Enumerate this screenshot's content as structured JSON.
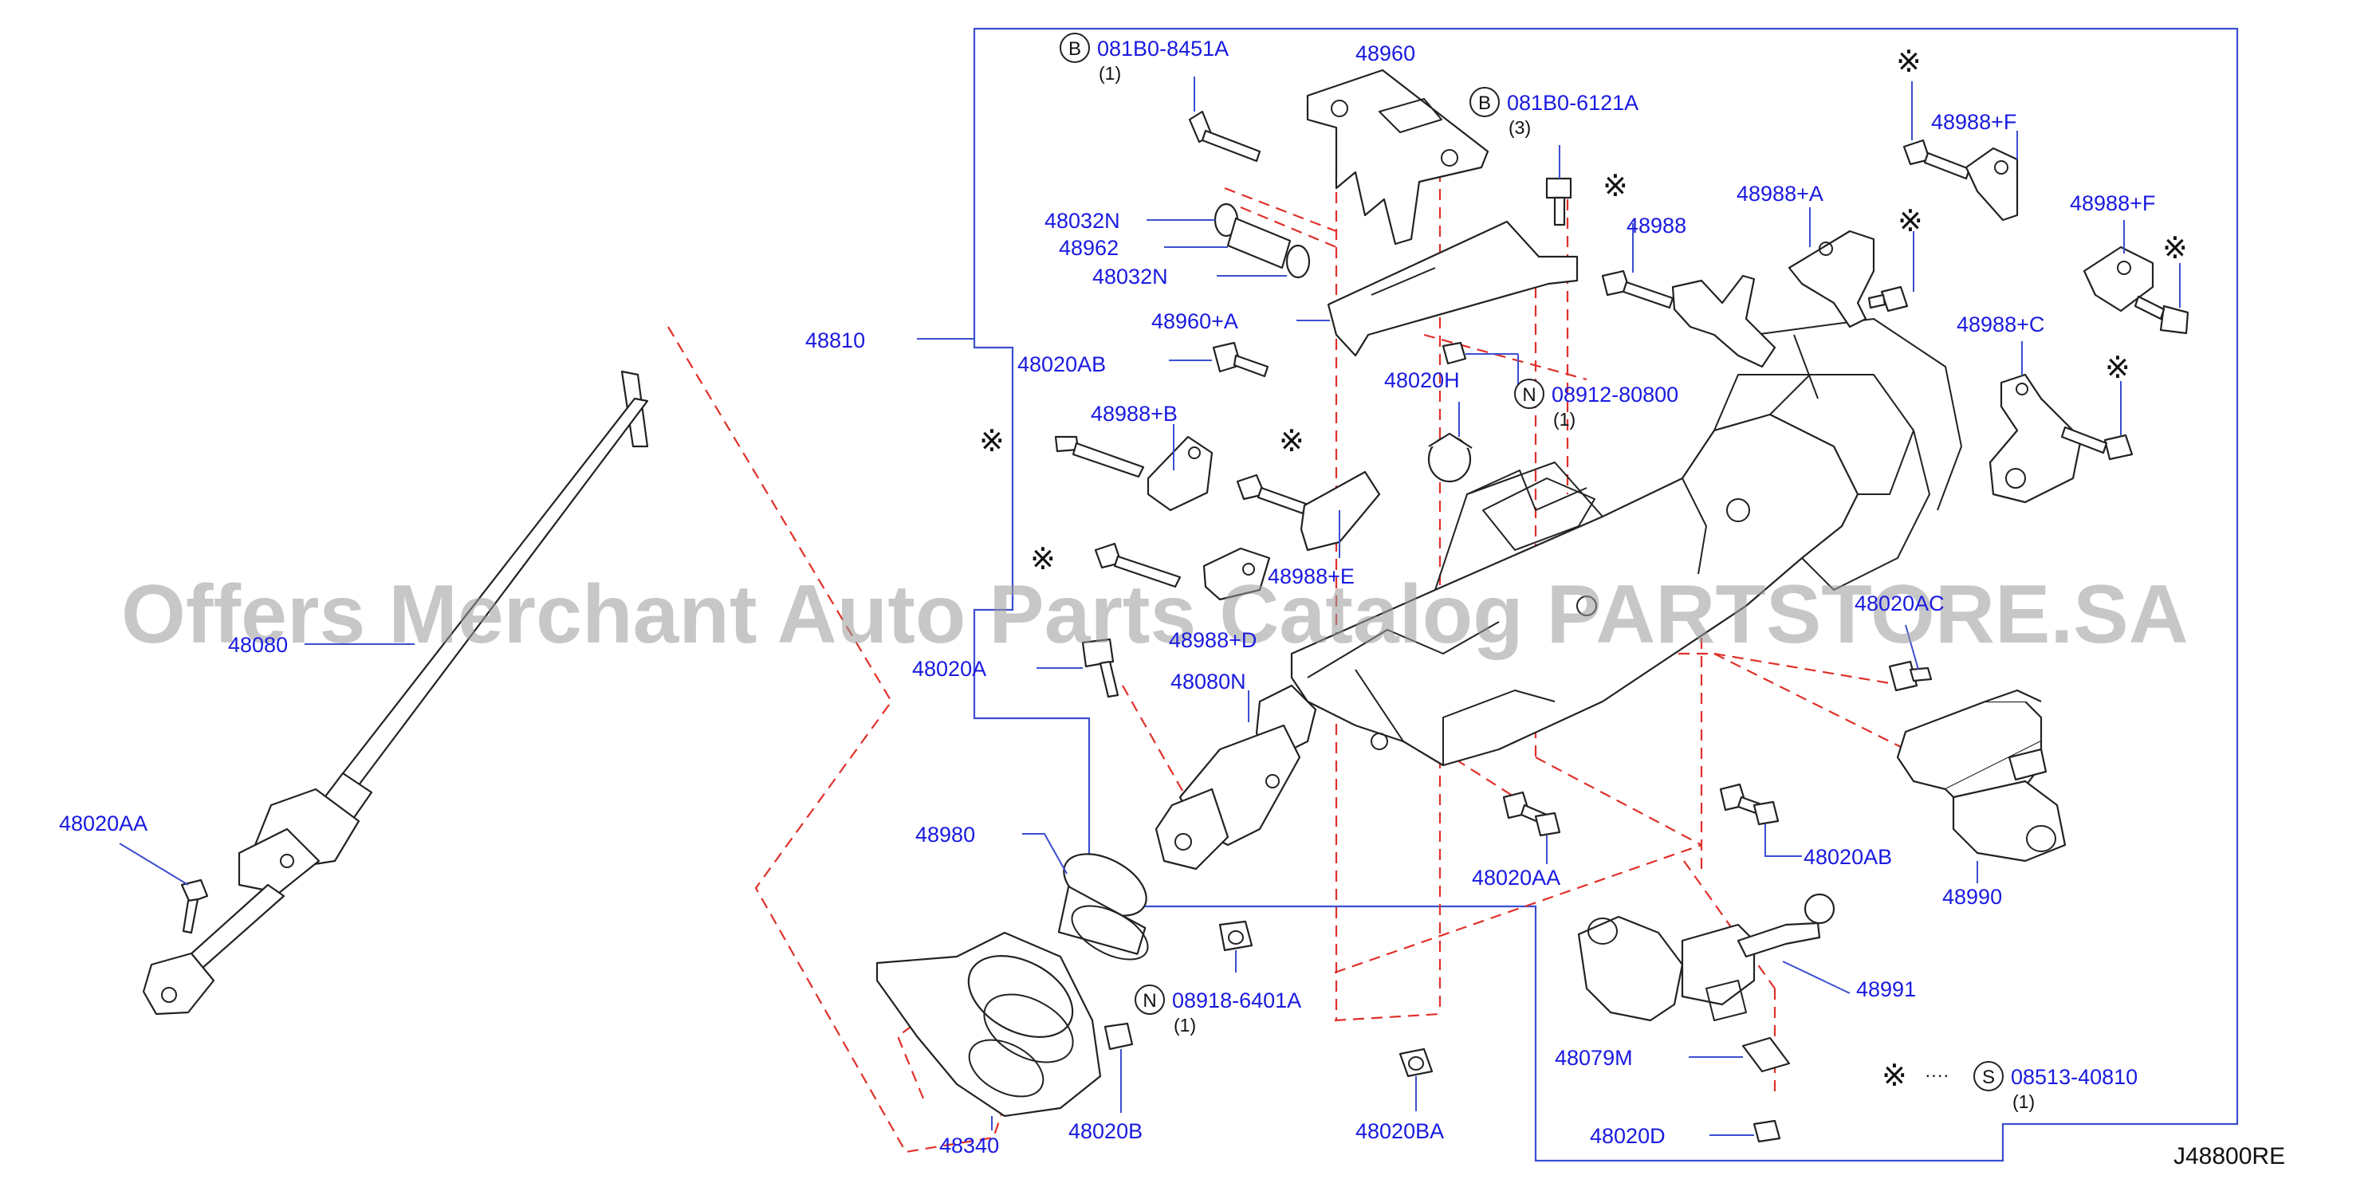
{
  "diagram_code": "J48800RE",
  "watermark": "Offers Merchant Auto Parts Catalog PARTSTORE.SA",
  "callouts": [
    {
      "badge": "B",
      "part": "081B0-8451A",
      "qty": "(1)"
    },
    {
      "badge": "B",
      "part": "081B0-6121A",
      "qty": "(3)"
    },
    {
      "badge": "N",
      "part": "08912-80800",
      "qty": "(1)"
    },
    {
      "badge": "N",
      "part": "08918-6401A",
      "qty": "(1)"
    },
    {
      "badge": "S",
      "part": "08513-40810",
      "qty": "(1)",
      "prefix": "※",
      "dots": "····"
    }
  ],
  "mark_symbol": "※",
  "labels": {
    "p48960": "48960",
    "p48032N_a": "48032N",
    "p48962": "48962",
    "p48032N_b": "48032N",
    "p48960A": "48960+A",
    "p48020AB_a": "48020AB",
    "p48810": "48810",
    "p48988B": "48988+B",
    "p48988E": "48988+E",
    "p48988D": "48988+D",
    "p48080": "48080",
    "p48020AA_a": "48020AA",
    "p48020A": "48020A",
    "p48080N": "48080N",
    "p48980": "48980",
    "p48340": "48340",
    "p48020B": "48020B",
    "p48020H": "48020H",
    "p48988": "48988",
    "p48988A": "48988+A",
    "p48988F_a": "48988+F",
    "p48988F_b": "48988+F",
    "p48988C": "48988+C",
    "p48020AC": "48020AC",
    "p48020AA_b": "48020AA",
    "p48020AB_b": "48020AB",
    "p48990": "48990",
    "p48991": "48991",
    "p48079M": "48079M",
    "p48020BA": "48020BA",
    "p48020D": "48020D"
  }
}
